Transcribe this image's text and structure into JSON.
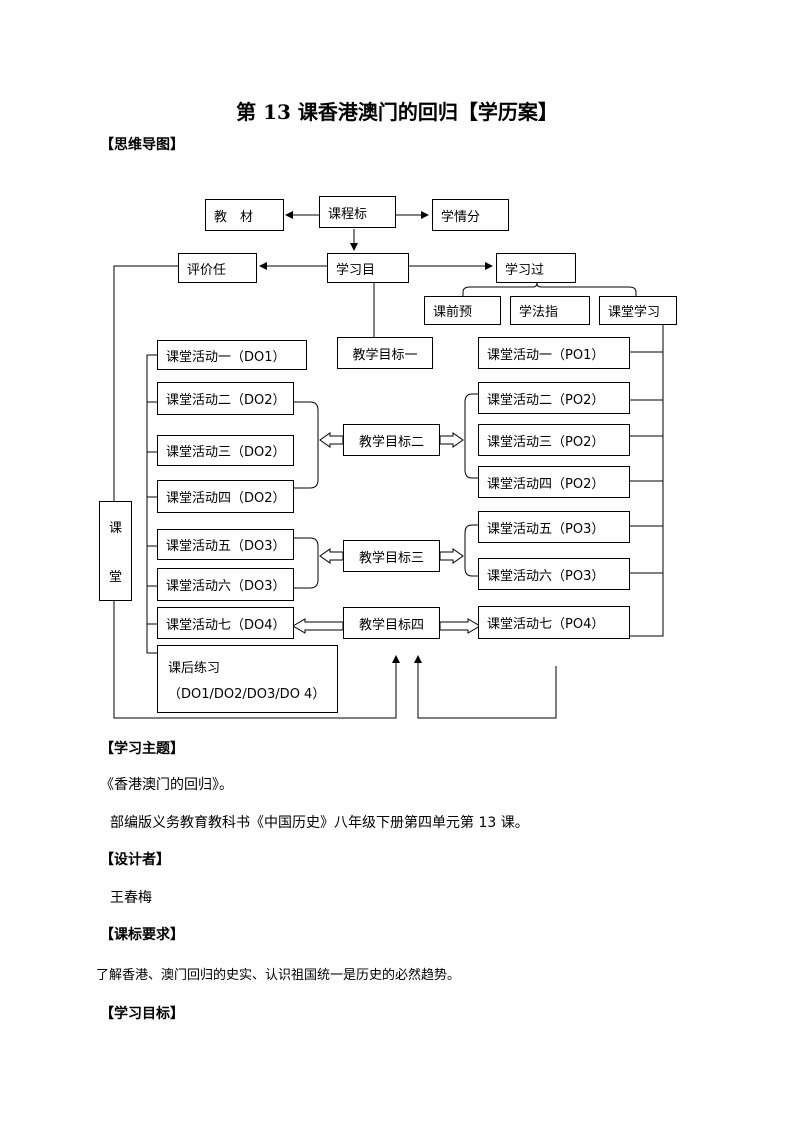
{
  "title": "第 13 课香港澳门的回归【学历案】",
  "sections": {
    "mindmap": "【思维导图】",
    "theme": "【学习主题】",
    "designer": "【设计者】",
    "standard": "【课标要求】",
    "goals": "【学习目标】"
  },
  "theme_line1": "《香港澳门的回归》。",
  "theme_line2": "部编版义务教育教科书《中国历史》八年级下册第四单元第 13 课。",
  "designer_name": "王春梅",
  "standard_text": "了解香港、澳门回归的史实、认识祖国统一是历史的必然趋势。",
  "diagram": {
    "jiaocai": "教　材",
    "kechengbiao": "课程标",
    "xueqingfen": "学情分",
    "pingjiaren": "评价任",
    "xuexímu": "学习目",
    "xuexiguo": "学习过",
    "kerqianyu": "课前预",
    "xuefazhi": "学法指",
    "ketangxuexi": "课堂学习",
    "mubiao1": "教学目标一",
    "mubiao2": "教学目标二",
    "mubiao3": "教学目标三",
    "mubiao4": "教学目标四",
    "ketang_chars": [
      "课",
      "堂"
    ],
    "left_activities": [
      "课堂活动一（DO1）",
      "课堂活动二（DO2）",
      "课堂活动三（DO2）",
      "课堂活动四（DO2）",
      "课堂活动五（DO3）",
      "课堂活动六（DO3）",
      "课堂活动七（DO4）"
    ],
    "right_activities": [
      "课堂活动一（PO1）",
      "课堂活动二（PO2）",
      "课堂活动三（PO2）",
      "课堂活动四（PO2）",
      "课堂活动五（PO3）",
      "课堂活动六（PO3）",
      "课堂活动七（PO4）"
    ],
    "homework_line1": "课后练习",
    "homework_line2": "（DO1/DO2/DO3/DO 4）"
  }
}
